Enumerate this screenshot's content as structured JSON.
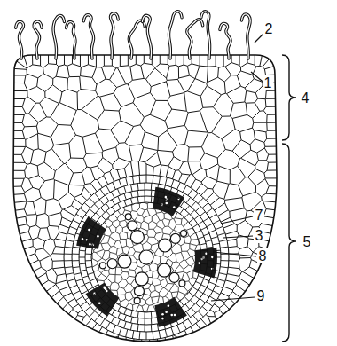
{
  "diagram": {
    "labels": [
      "2",
      "1",
      "4",
      "5",
      "7",
      "3",
      "8",
      "9"
    ]
  }
}
